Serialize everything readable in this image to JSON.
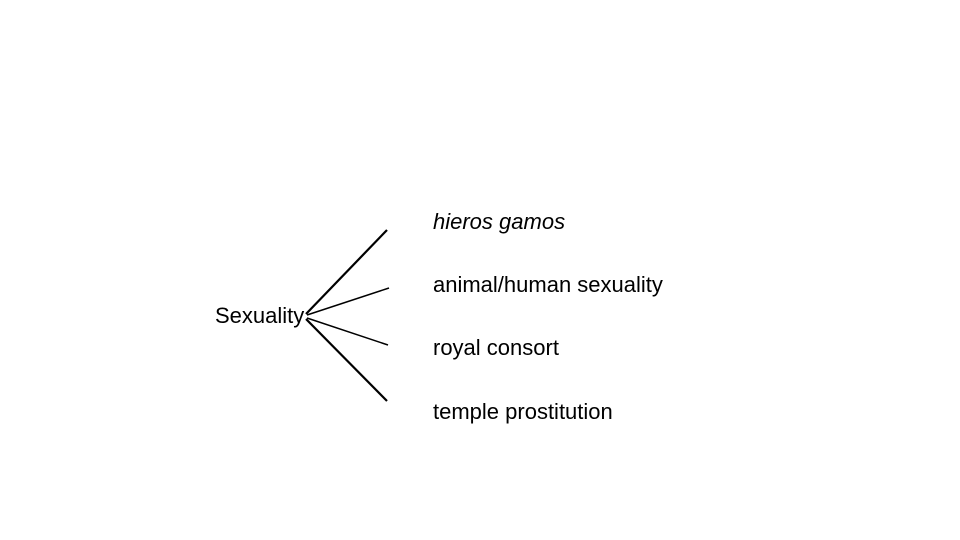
{
  "page": {
    "background": "#ffffff",
    "text_color": "#000000",
    "line_color": "#000000"
  },
  "diagram": {
    "type": "tree",
    "root": {
      "label": "Sexuality"
    },
    "branches": [
      {
        "label": "hieros gamos",
        "italic": true
      },
      {
        "label": "animal/human sexuality",
        "italic": false
      },
      {
        "label": "royal consort",
        "italic": false
      },
      {
        "label": "temple prostitution",
        "italic": false
      }
    ]
  }
}
